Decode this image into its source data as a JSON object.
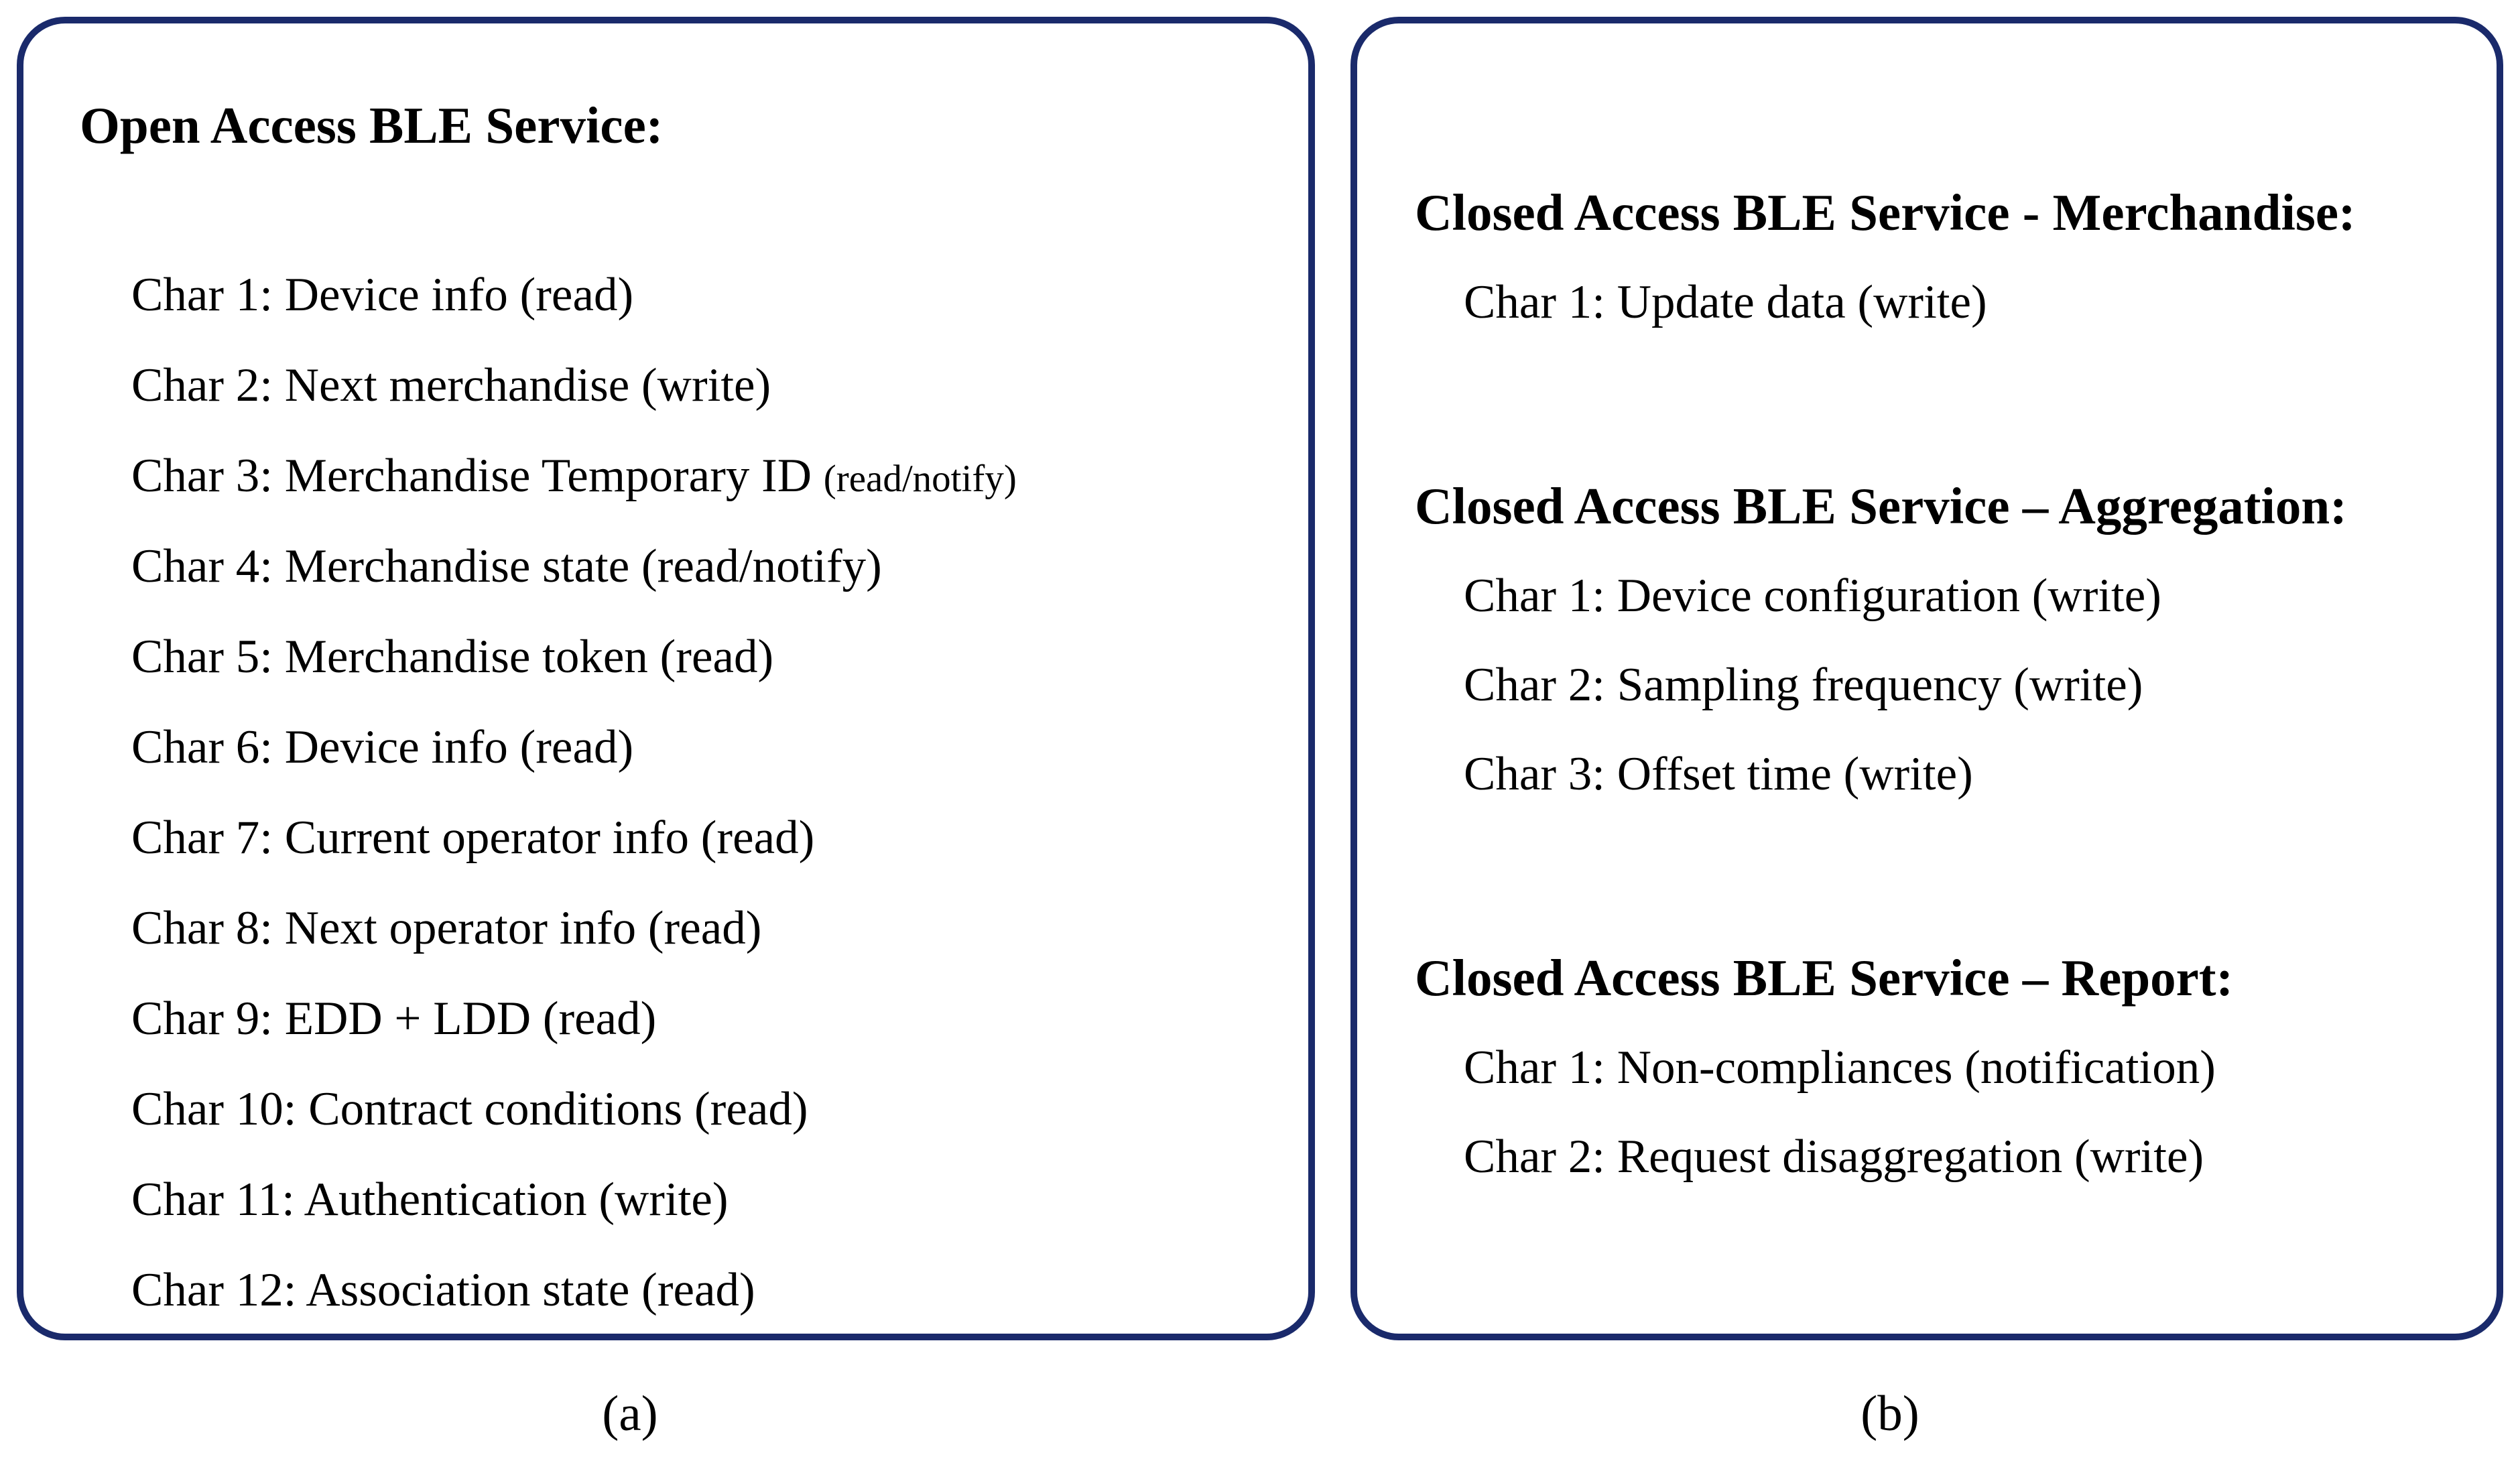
{
  "figure": {
    "border_color": "#1a2a6b",
    "text_color": "#000000",
    "panel_a": {
      "label": "(a)",
      "title": "Open Access BLE Service:",
      "items": [
        {
          "text": "Char 1: Device info (read)",
          "small": ""
        },
        {
          "text": "Char 2: Next merchandise (write)",
          "small": ""
        },
        {
          "text": "Char 3: Merchandise Temporary ID ",
          "small": "(read/notify)"
        },
        {
          "text": "Char 4: Merchandise state (read/notify)",
          "small": ""
        },
        {
          "text": "Char 5: Merchandise token (read)",
          "small": ""
        },
        {
          "text": "Char 6: Device info (read)",
          "small": ""
        },
        {
          "text": "Char 7: Current operator info (read)",
          "small": ""
        },
        {
          "text": "Char 8: Next operator info (read)",
          "small": ""
        },
        {
          "text": "Char 9: EDD + LDD (read)",
          "small": ""
        },
        {
          "text": "Char 10: Contract conditions (read)",
          "small": ""
        },
        {
          "text": "Char 11: Authentication (write)",
          "small": ""
        },
        {
          "text": "Char 12: Association state (read)",
          "small": ""
        }
      ]
    },
    "panel_b": {
      "label": "(b)",
      "sections": [
        {
          "title": "Closed Access BLE Service - Merchandise:",
          "items": [
            "Char 1: Update data (write)"
          ]
        },
        {
          "title": "Closed Access BLE Service – Aggregation:",
          "items": [
            "Char 1: Device configuration (write)",
            "Char 2: Sampling frequency (write)",
            "Char 3: Offset time (write)"
          ]
        },
        {
          "title": "Closed Access BLE Service – Report:",
          "items": [
            "Char 1: Non-compliances (notification)",
            "Char 2: Request disaggregation (write)"
          ]
        }
      ]
    }
  }
}
